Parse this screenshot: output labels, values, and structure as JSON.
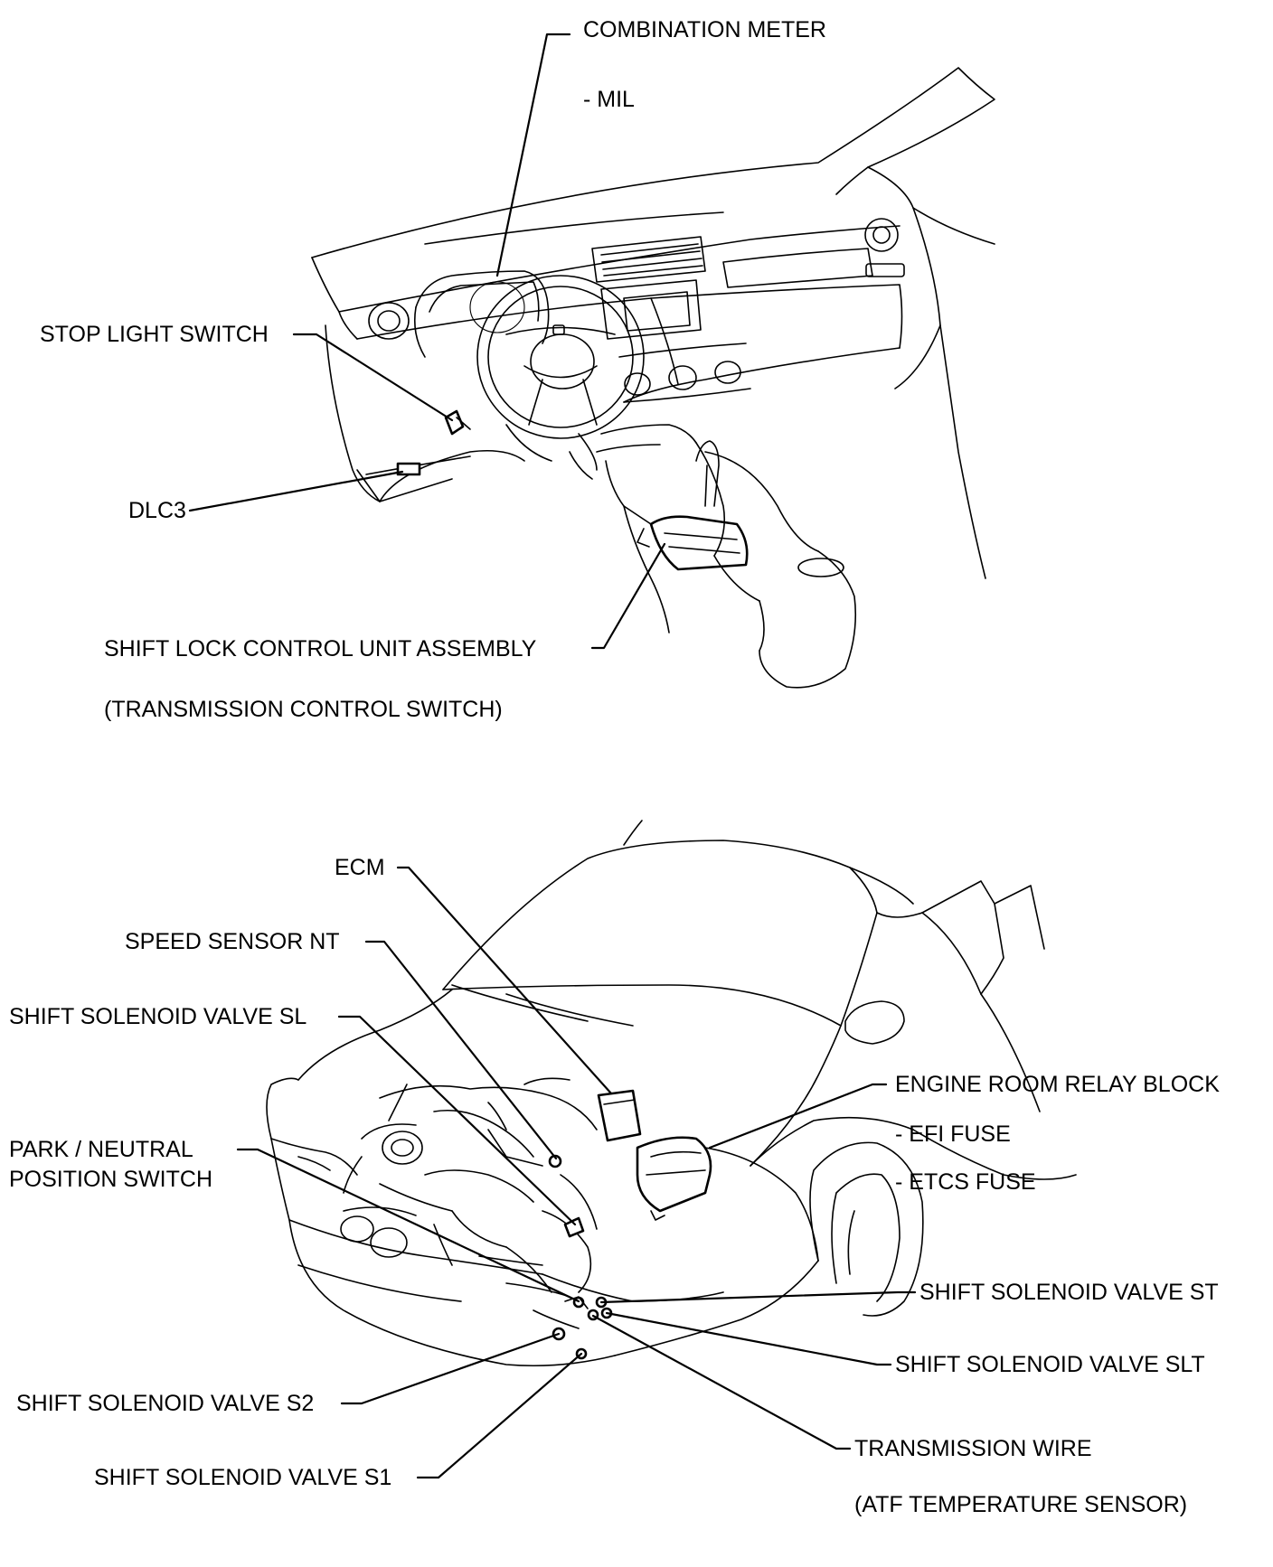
{
  "figure": {
    "interior_view": {
      "labels": {
        "combination_meter": "COMBINATION METER",
        "mil": "- MIL",
        "stop_light_switch": "STOP LIGHT SWITCH",
        "dlc3": "DLC3",
        "shift_lock_control_unit": "SHIFT LOCK CONTROL UNIT ASSEMBLY",
        "transmission_control_switch": "(TRANSMISSION CONTROL SWITCH)"
      }
    },
    "engine_view": {
      "labels": {
        "ecm": "ECM",
        "speed_sensor_nt": "SPEED SENSOR NT",
        "shift_solenoid_valve_sl": "SHIFT SOLENOID VALVE SL",
        "park_neutral_line1": "PARK / NEUTRAL",
        "park_neutral_line2": "POSITION SWITCH",
        "engine_room_relay_block": "ENGINE ROOM RELAY BLOCK",
        "efi_fuse": "- EFI FUSE",
        "etcs_fuse": "- ETCS FUSE",
        "shift_solenoid_valve_st": "SHIFT SOLENOID VALVE ST",
        "shift_solenoid_valve_slt": "SHIFT SOLENOID VALVE SLT",
        "shift_solenoid_valve_s2": "SHIFT SOLENOID VALVE S2",
        "transmission_wire": "TRANSMISSION WIRE",
        "shift_solenoid_valve_s1": "SHIFT SOLENOID VALVE S1",
        "atf_temperature_sensor": "(ATF TEMPERATURE SENSOR)"
      }
    }
  }
}
